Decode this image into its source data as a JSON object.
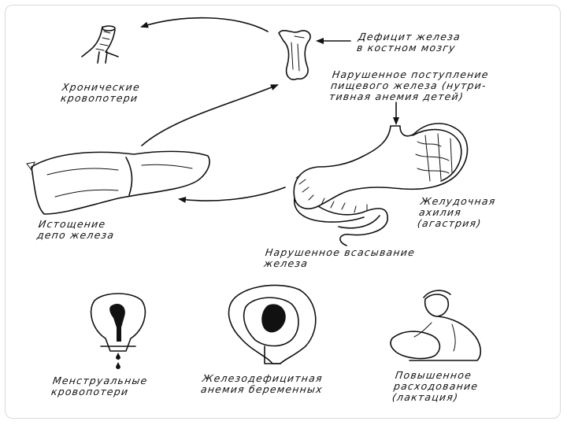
{
  "labels": {
    "chronic_blood_loss": "Хронические\nкровопотери",
    "marrow_deficit": "Дефицит железа\nв костном мозгу",
    "dietary_intake": "Нарушенное поступление\nпищевого железа (нутри-\nтивная анемия детей)",
    "depot_depletion": "Истощение\nдепо железа",
    "gastric_achylia": "Желудочная\nахилия\n(агастрия)",
    "absorption": "Нарушенное всасывание\nжелеза",
    "menstrual": "Менструальные\nкровопотери",
    "pregnancy": "Железодефицитная\nанемия беременных",
    "lactation": "Повышенное\nрасходование\n(лактация)"
  },
  "icons": [
    "blood-vessel-icon",
    "bone-icon",
    "stomach-icon",
    "liver-icon",
    "uterus-icon",
    "pregnant-uterus-icon",
    "nursing-mother-icon",
    "blood-drop-icon",
    "arrow-icon"
  ],
  "colors": {
    "ink": "#111111",
    "background": "#ffffff",
    "frame": "#d9d9d9"
  }
}
